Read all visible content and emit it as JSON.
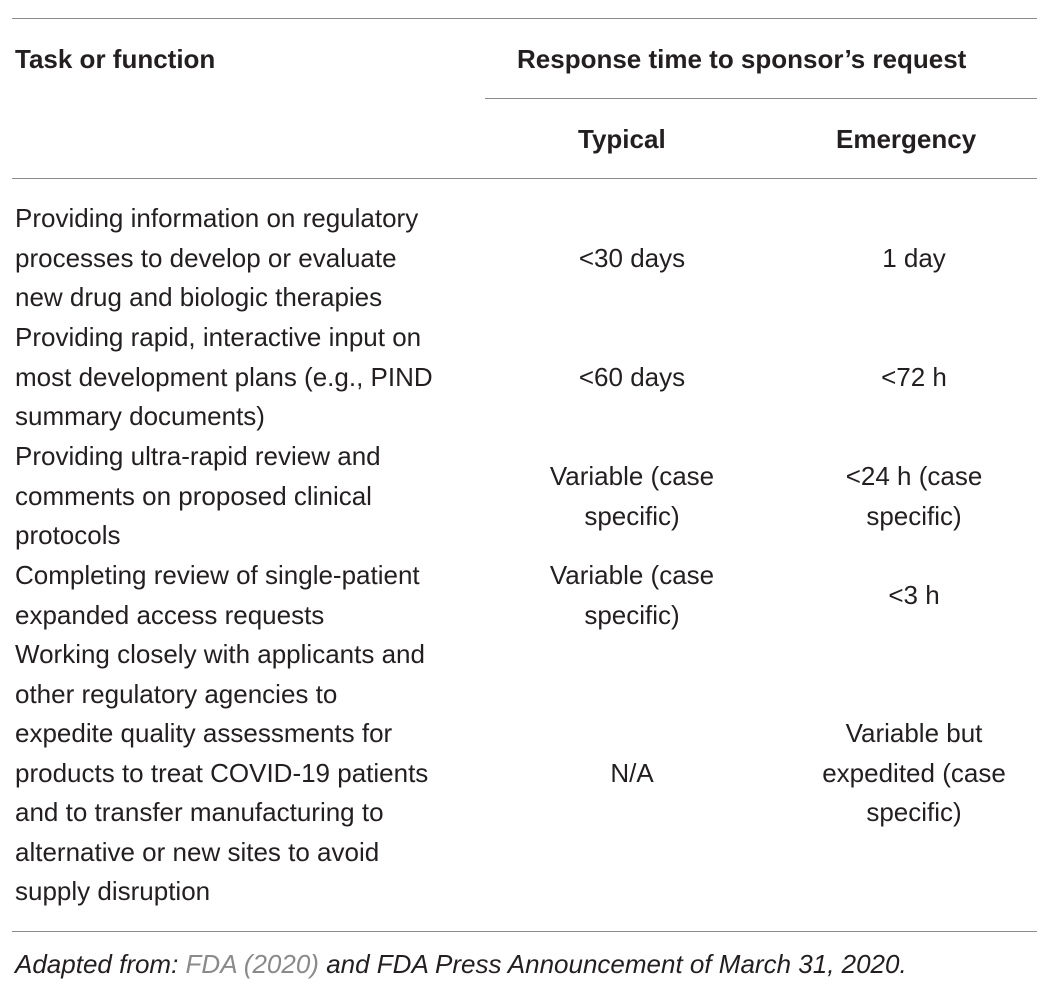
{
  "header": {
    "task_label": "Task or function",
    "response_label": "Response time to sponsor’s request",
    "typical_label": "Typical",
    "emergency_label": "Emergency"
  },
  "rows": [
    {
      "task": "Providing information on regulatory\nprocesses to develop or evaluate\nnew drug and biologic therapies",
      "typical": "<30 days",
      "emergency": "1 day"
    },
    {
      "task": "Providing rapid, interactive input on\nmost development plans (e.g., PIND\nsummary documents)",
      "typical": "<60 days",
      "emergency": "<72 h"
    },
    {
      "task": "Providing ultra-rapid review and\ncomments on proposed clinical\nprotocols",
      "typical": "Variable (case\nspecific)",
      "emergency": "<24 h (case\nspecific)"
    },
    {
      "task": "Completing review of single-patient\nexpanded access requests",
      "typical": "Variable (case\nspecific)",
      "emergency": "<3 h"
    },
    {
      "task": "Working closely with applicants and\nother regulatory agencies to\nexpedite quality assessments for\nproducts to treat COVID-19 patients\nand to transfer manufacturing to\nalternative or new sites to avoid\nsupply disruption",
      "typical": "N/A",
      "emergency": "Variable but\nexpedited (case\nspecific)"
    }
  ],
  "footnote": {
    "prefix": "Adapted from: ",
    "link": "FDA (2020)",
    "suffix": " and FDA Press Announcement of March 31, 2020."
  },
  "colors": {
    "text": "#231f20",
    "rule": "#8c8c8c",
    "link": "#8a8a8a"
  }
}
